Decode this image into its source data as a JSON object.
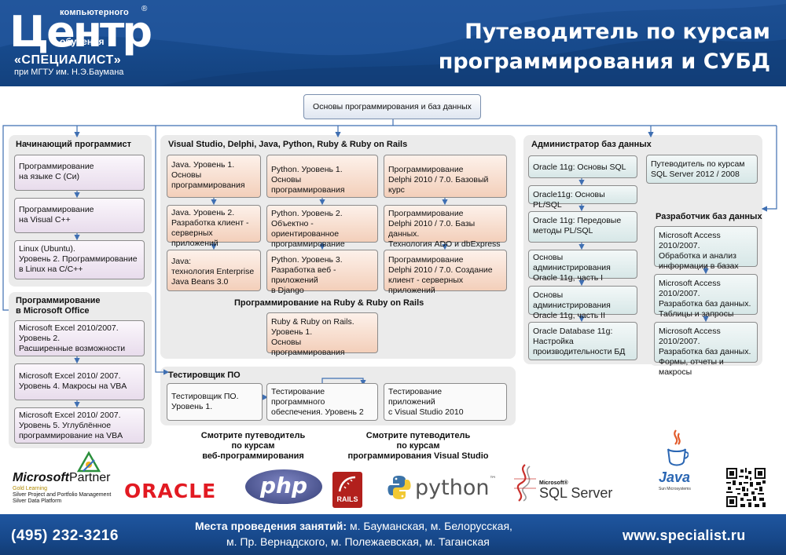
{
  "header": {
    "logo_top": "компьютерного",
    "logo_big": "Центр",
    "logo_mid": "обучения",
    "logo_reg": "®",
    "logo_name": "«СПЕЦИАЛИСТ»",
    "logo_sub": "при МГТУ им. Н.Э.Баумана",
    "title_line1": "Путеводитель по курсам",
    "title_line2": "программирования и СУБД"
  },
  "root": "Основы программирования и баз данных",
  "beginner": {
    "title": "Начинающий программист",
    "items": [
      [
        "Программирование",
        "на языке С (Си)"
      ],
      [
        "Программирование",
        "на Visual C++"
      ],
      [
        "Linux (Ubuntu).",
        "Уровень 2. Программирование",
        "в Linux на С/С++"
      ]
    ]
  },
  "office": {
    "title_line1": "Программирование",
    "title_line2": "в Microsoft Office",
    "items": [
      [
        "Microsoft Excel 2010/2007.",
        "Уровень 2.",
        "Расширенные возможности"
      ],
      [
        "Microsoft Excel 2010/ 2007.",
        "Уровень 4. Макросы на VBA"
      ],
      [
        "Microsoft Excel 2010/ 2007.",
        "Уровень 5. Углублённое",
        "программирование на VBA"
      ]
    ]
  },
  "langs": {
    "title": "Visual Studio, Delphi, Java, Python, Ruby & Ruby on Rails",
    "java": [
      [
        "Java. Уровень 1.",
        "Основы",
        "программирования"
      ],
      [
        "Java. Уровень 2.",
        "Разработка клиент -",
        "серверных приложений"
      ],
      [
        "Java:",
        "технология Enterprise",
        "Java Beans 3.0"
      ]
    ],
    "python": [
      [
        "Python. Уровень 1.",
        "Основы программирования"
      ],
      [
        "Python. Уровень 2.",
        "Объектно - ориентированное",
        "программирование"
      ],
      [
        "Python. Уровень 3.",
        "Разработка веб - приложений",
        "в Django"
      ]
    ],
    "delphi": [
      [
        "Программирование",
        "Delphi 2010 / 7.0. Базовый курс"
      ],
      [
        "Программирование",
        "Delphi 2010 / 7.0. Базы данных.",
        "Технология ADO и dbExpress"
      ],
      [
        "Программирование",
        "Delphi 2010 / 7.0. Создание",
        "клиент - серверных приложений"
      ]
    ],
    "ruby_title": "Программирование на Ruby & Ruby on Rails",
    "ruby": [
      "Ruby & Ruby on Rails.",
      "Уровень 1.",
      "Основы программирования"
    ]
  },
  "tester": {
    "title": "Тестировщик ПО",
    "items": [
      [
        "Тестировщик ПО.",
        "Уровень 1."
      ],
      [
        "Тестирование",
        "программного",
        "обеспечения. Уровень 2"
      ],
      [
        "Тестирование",
        "приложений",
        "с Visual Studio 2010"
      ]
    ]
  },
  "dba": {
    "title": "Администратор баз данных",
    "items": [
      [
        "Oracle 11g: Основы SQL"
      ],
      [
        "Oracle11g: Основы PL/SQL"
      ],
      [
        "Oracle 11g: Передовые",
        "методы PL/SQL"
      ],
      [
        "Основы администрирования",
        "Oracle 11g, часть I"
      ],
      [
        "Основы администрирования",
        "Oracle 11g, часть II"
      ],
      [
        "Oracle Database 11g:",
        "Настройка",
        "производительности БД"
      ]
    ],
    "guide": [
      "Путеводитель по курсам",
      "SQL Server 2012 / 2008"
    ]
  },
  "dev": {
    "title": "Разработчик баз данных",
    "items": [
      [
        "Microsoft Access 2010/2007.",
        "Обработка и анализ",
        "информации в базах данных"
      ],
      [
        "Microsoft Access 2010/2007.",
        "Разработка баз данных.",
        "Таблицы и запросы"
      ],
      [
        "Microsoft Access 2010/2007.",
        "Разработка баз данных.",
        "Формы, отчеты и макросы"
      ]
    ]
  },
  "refs": {
    "web": [
      "Смотрите путеводитель",
      "по курсам",
      "веб-программирования"
    ],
    "vs": [
      "Смотрите путеводитель",
      "по курсам",
      "программирования Visual Studio"
    ]
  },
  "logos": {
    "ms_brand": "Microsoft",
    "ms_partner": "Partner",
    "ms_lines": [
      "Gold Learning",
      "Silver Project and Portfolio Management",
      "Silver Data Platform"
    ],
    "oracle": "ORACLE",
    "php": "php",
    "rails": "RAILS",
    "python": "python",
    "python_tm": "™",
    "sql_ms": "Microsoft®",
    "sql": "SQL Server",
    "java": "Java",
    "java_sub": "Sun Microsystems"
  },
  "colors": {
    "header_blue": "#1a4b8e",
    "box_lilac": "#e8dcec",
    "box_peach": "#f3cfba",
    "box_teal": "#d7e7e7",
    "line_blue": "#3f6fb2",
    "oracle_red": "#e21a22"
  },
  "footer": {
    "phone": "(495) 232-3216",
    "places_label": "Места проведения занятий:",
    "places_line1": " м. Бауманская, м. Белорусская,",
    "places_line2": "м. Пр. Вернадского, м. Полежаевская, м. Таганская",
    "site": "www.specialist.ru"
  }
}
